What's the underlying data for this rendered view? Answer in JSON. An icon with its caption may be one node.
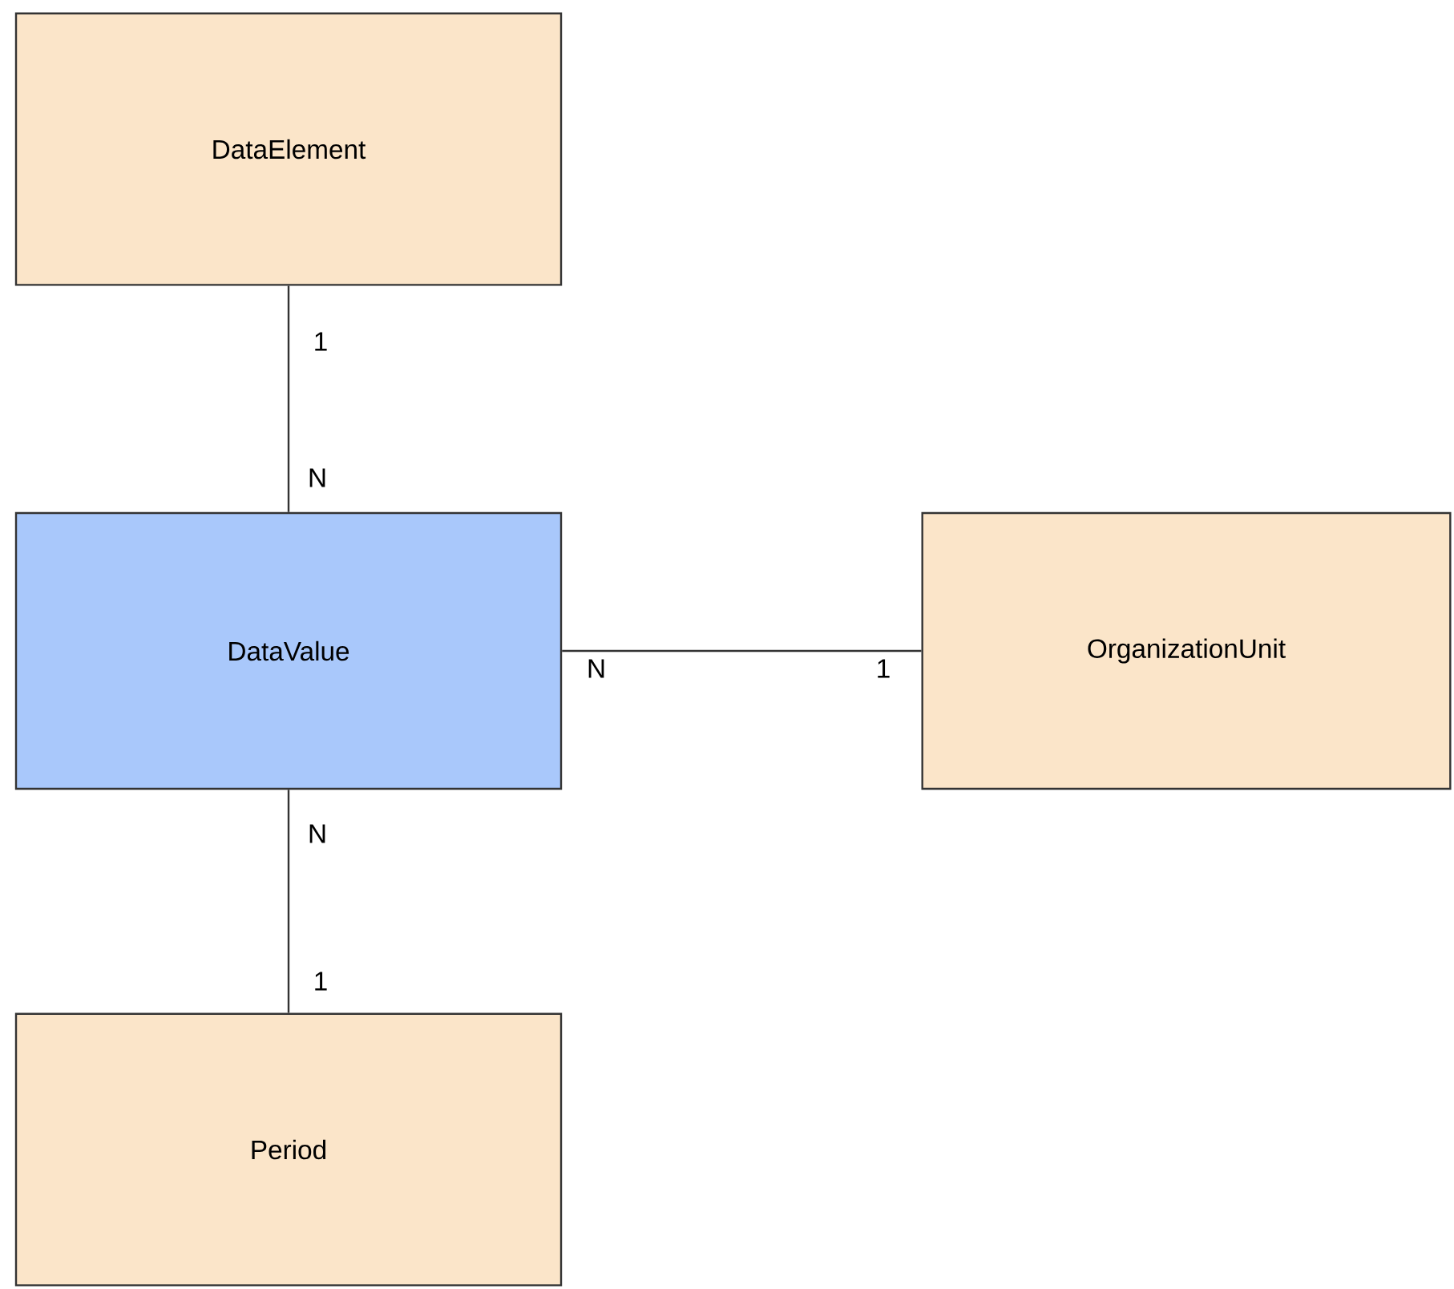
{
  "diagram": {
    "nodes": [
      {
        "text": [
          "DataElement"
        ]
      },
      {
        "text": [
          "DataValue"
        ]
      },
      {
        "text": [
          "OrganizationUnit"
        ]
      },
      {
        "text": [
          "Period"
        ]
      }
    ],
    "edges": [
      {
        "from": 0,
        "to": 1,
        "arrow": "none"
      },
      {
        "from": 1,
        "to": 2,
        "arrow": "none"
      },
      {
        "from": 1,
        "to": 3,
        "arrow": "none"
      }
    ],
    "labels": [
      "1",
      "N",
      "N",
      "1",
      "N",
      "1"
    ]
  }
}
